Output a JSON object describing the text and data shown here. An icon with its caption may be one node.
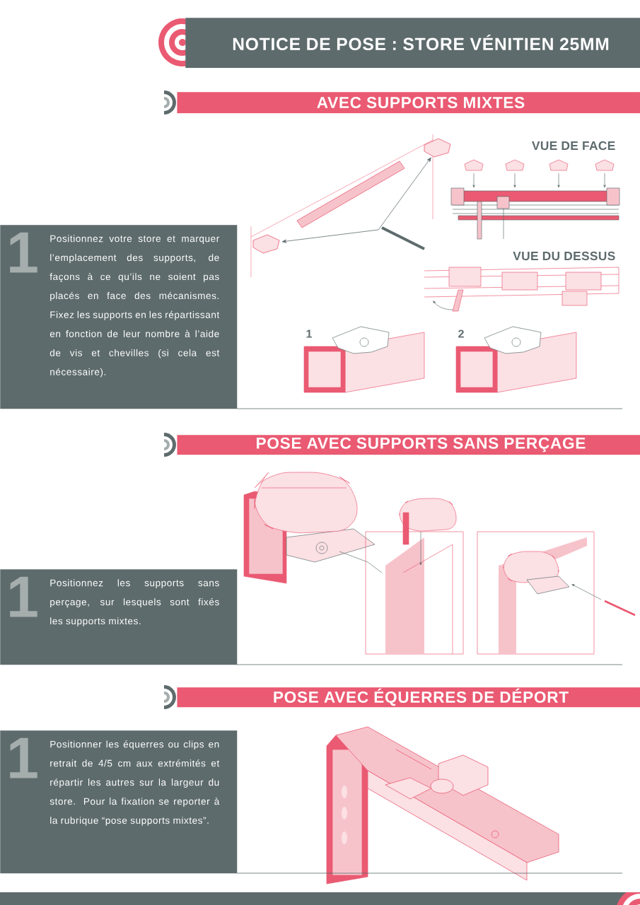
{
  "diagram": {
    "nodes": [
      {
        "text": [
          "NOTICE DE POSE : STORE VÉNITIEN 25MM"
        ]
      },
      {
        "text": [
          "AVEC SUPPORTS MIXTES"
        ]
      },
      {
        "text": [
          "1",
          "Positionnez votre store et marquer l’emplacement des supports, de façons à ce qu’ils ne soient pas placés en face des mécanismes. Fixez les supports en les répartissant en fonction de leur nombre à l’aide de vis et chevilles (si cela est nécessaire)."
        ]
      },
      {
        "text": [
          "POSE AVEC SUPPORTS SANS PERÇAGE"
        ]
      },
      {
        "text": [
          "1",
          "Positionnez les supports sans perçage, sur lesquels sont fixés les supports mixtes."
        ]
      },
      {
        "text": [
          "POSE AVEC ÉQUERRES DE DÉPORT"
        ]
      },
      {
        "text": [
          "1",
          "Positionner les équerres ou clips en retrait de 4/5 cm aux extrémités et répartir les autres sur la largeur du store. Pour la fixation se reporter à la rubrique “pose supports mixtes”."
        ]
      }
    ],
    "labels": [
      "VUE DE FACE",
      "VUE DU DESSUS",
      "1",
      "2"
    ]
  }
}
